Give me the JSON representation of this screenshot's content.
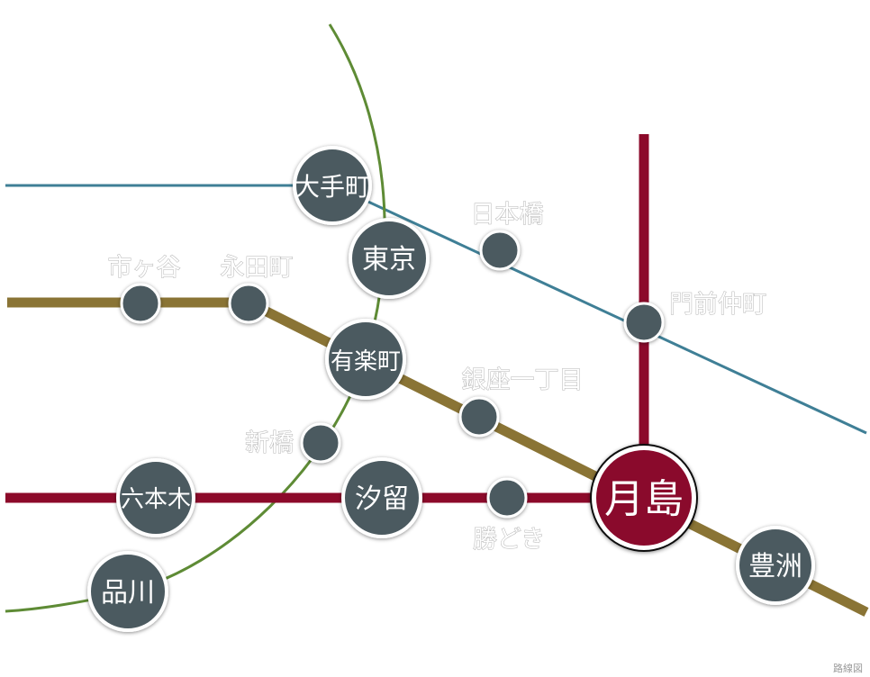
{
  "colors": {
    "line_teal": "#3f7f96",
    "line_green": "#5e8b35",
    "line_olive": "#8a7435",
    "line_crimson": "#8c0a2a",
    "station_fill": "#4c5a60",
    "highlight_fill": "#8a0a2c"
  },
  "stations": {
    "otemachi": "大手町",
    "tokyo": "東京",
    "yurakucho": "有楽町",
    "roppongi": "六本木",
    "shiodome": "汐留",
    "tsukishima": "月島",
    "toyosu": "豊洲",
    "shinagawa": "品川"
  },
  "minor_stations": {
    "nihonbashi": "日本橋",
    "ichigaya": "市ヶ谷",
    "nagatacho": "永田町",
    "monzennakacho": "門前仲町",
    "ginza_itchome": "銀座一丁目",
    "shimbashi": "新橋",
    "kachidoki": "勝どき"
  },
  "watermark": "路線図"
}
